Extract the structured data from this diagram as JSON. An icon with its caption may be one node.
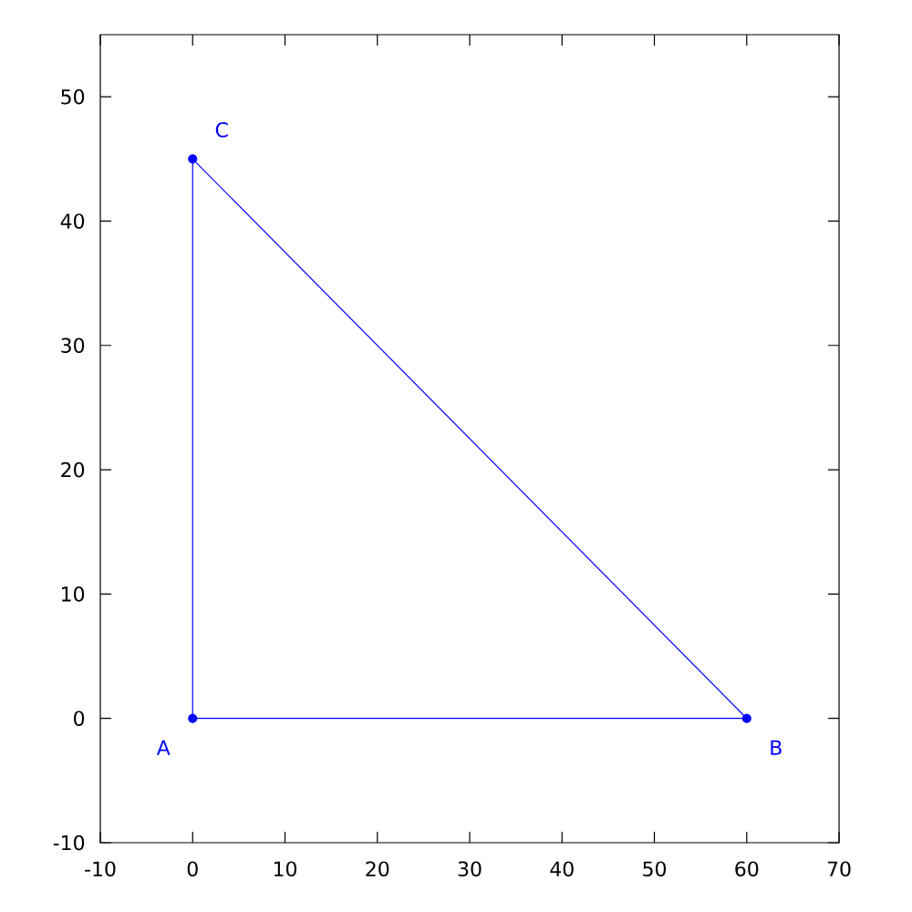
{
  "diagram": {
    "nodes": [
      {
        "text": [],
        "shape": "circle",
        "beside": [
          "A"
        ]
      },
      {
        "text": [],
        "shape": "circle",
        "beside": [
          "B"
        ]
      },
      {
        "text": [],
        "shape": "circle",
        "beside": [
          "C"
        ]
      }
    ],
    "edges": [
      {
        "from": 0,
        "to": 1,
        "arrow": "none"
      },
      {
        "from": 1,
        "to": 2,
        "arrow": "none"
      },
      {
        "from": 2,
        "to": 0,
        "arrow": "none"
      }
    ],
    "labels": [
      "50",
      "40",
      "30",
      "20",
      "10",
      "0",
      "-10",
      "-10",
      "0",
      "10",
      "20",
      "30",
      "40",
      "50",
      "60",
      "70"
    ]
  }
}
